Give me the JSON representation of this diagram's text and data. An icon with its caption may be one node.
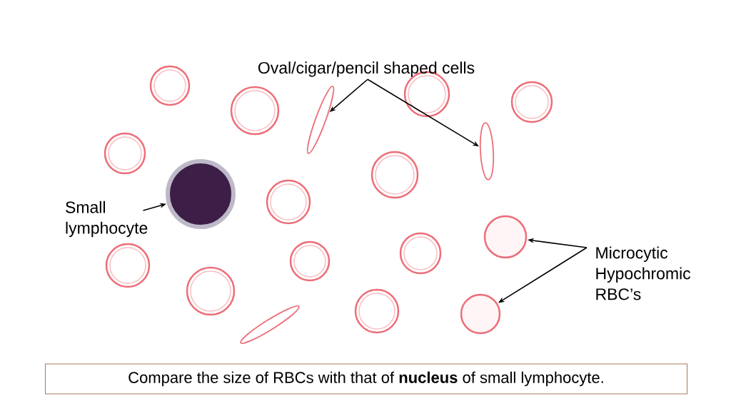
{
  "diagram": {
    "caption": "Compare the size of RBCs with that of **nucleus** of small lymphocyte.",
    "nodes": [
      {
        "text": [
          "Oval/cigar/pencil shaped cells"
        ]
      },
      {
        "text": [],
        "shape": "ellipse"
      },
      {
        "text": [],
        "shape": "ellipse"
      },
      {
        "text": [
          "Small lymphocyte"
        ]
      },
      {
        "text": [],
        "shape": "circle"
      },
      {
        "text": [
          "Microcytic Hypochromic RBC’s"
        ]
      },
      {
        "text": [],
        "shape": "circle"
      },
      {
        "text": [],
        "shape": "circle"
      }
    ],
    "edges": [
      {
        "from": 0,
        "to": 1,
        "arrow": "to"
      },
      {
        "from": 0,
        "to": 2,
        "arrow": "to"
      },
      {
        "from": 3,
        "to": 4,
        "arrow": "to"
      },
      {
        "from": 5,
        "to": 6,
        "arrow": "to"
      },
      {
        "from": 5,
        "to": 7,
        "arrow": "to"
      }
    ]
  }
}
